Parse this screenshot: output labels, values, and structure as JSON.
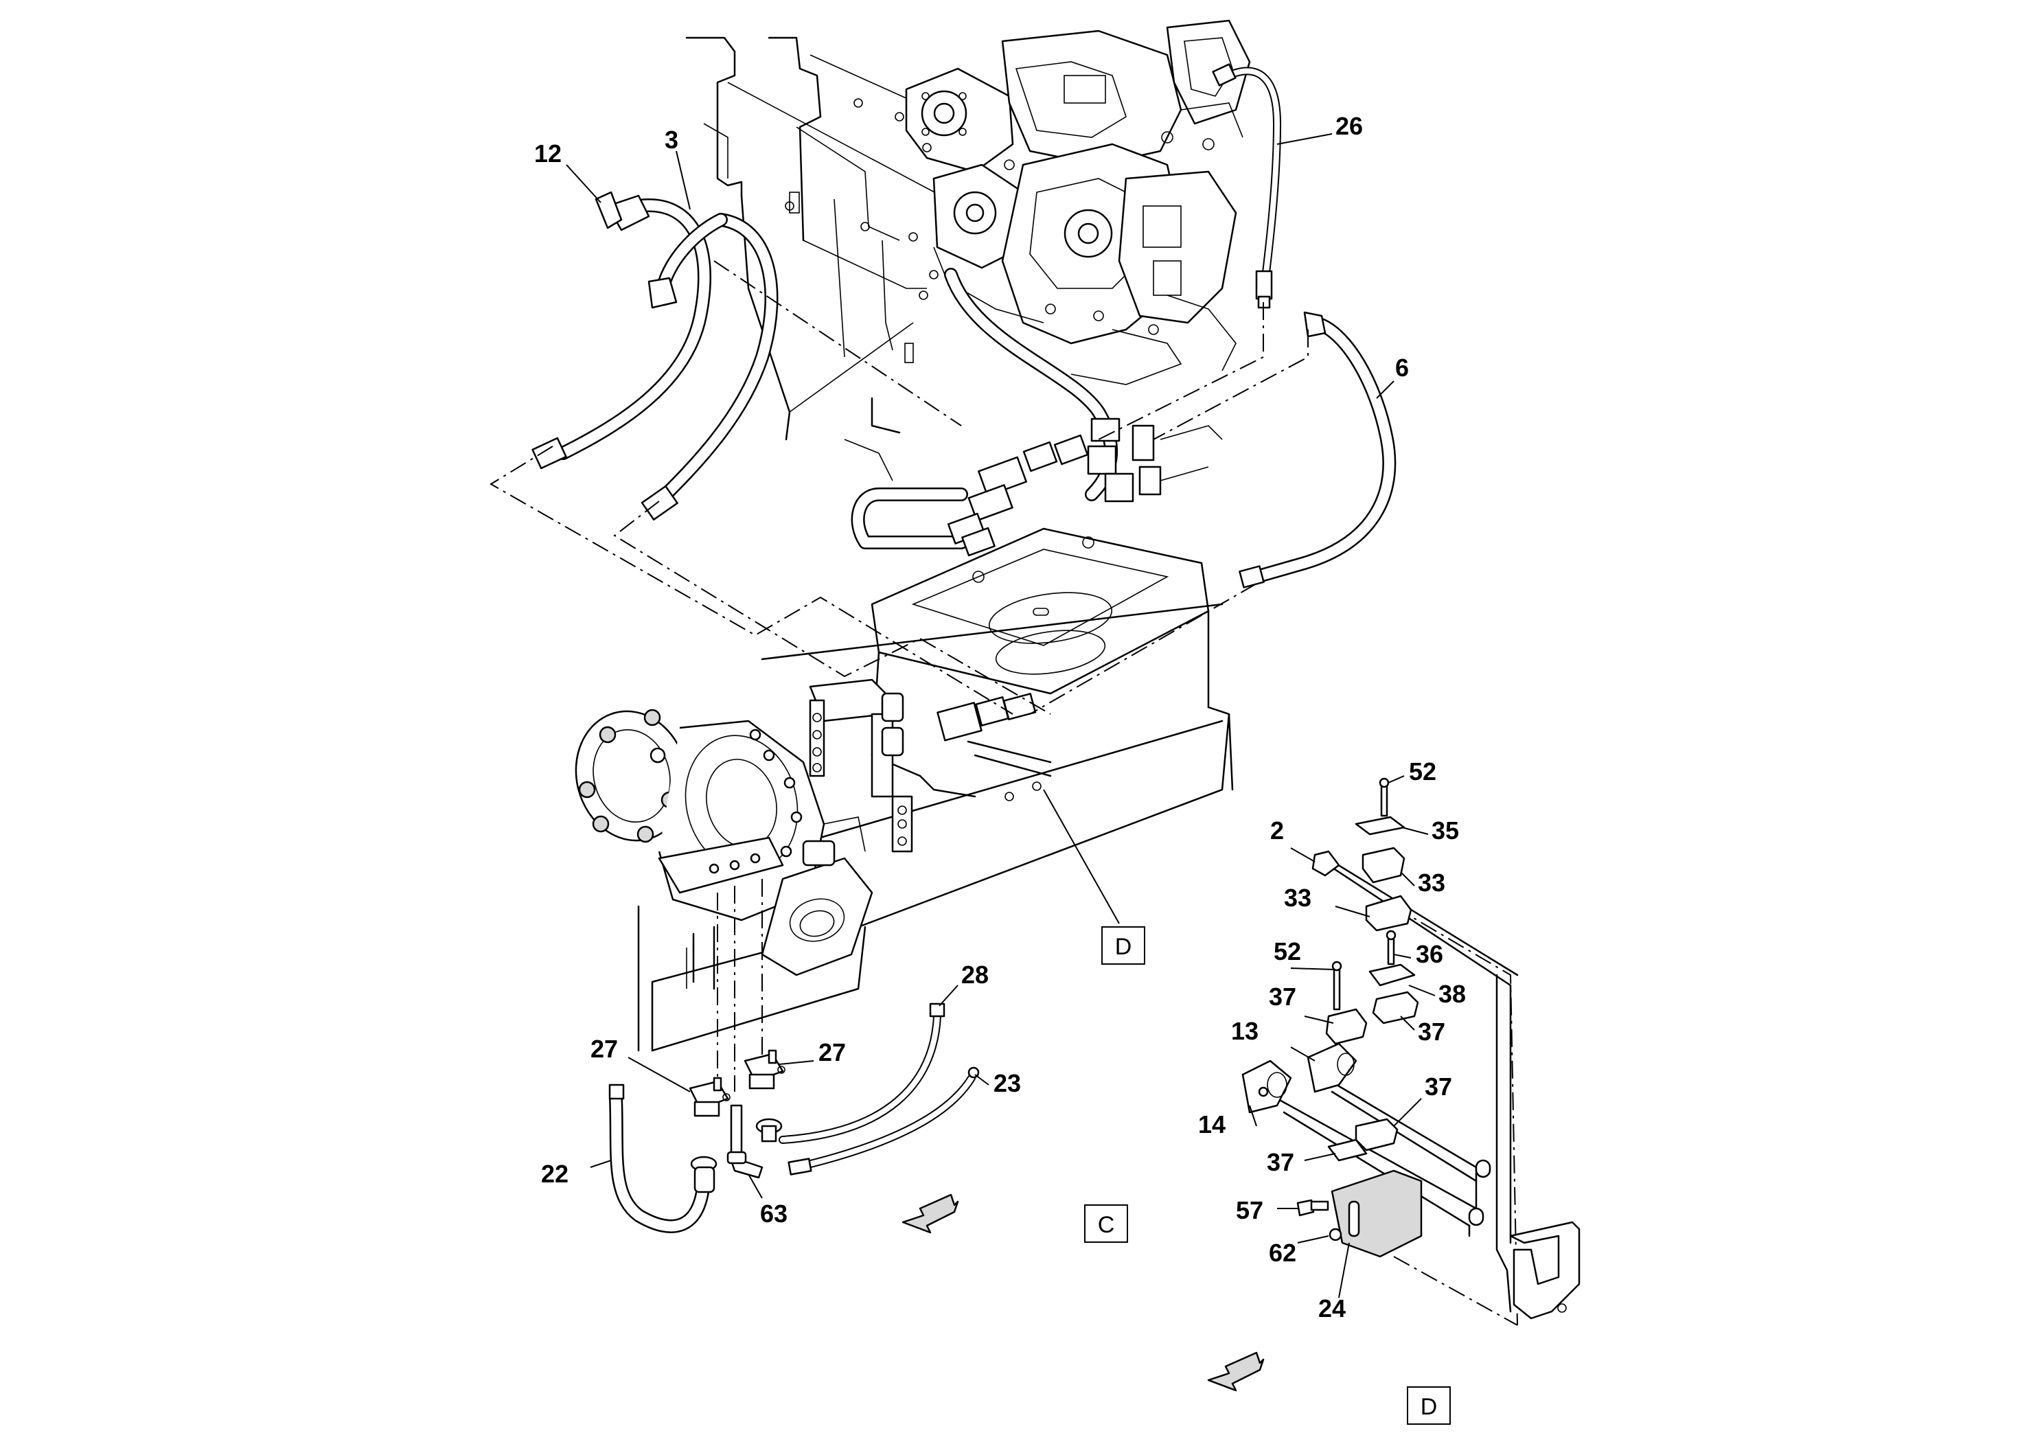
{
  "callouts": {
    "c12": "12",
    "c3": "3",
    "c26": "26",
    "c6": "6",
    "c52a": "52",
    "c35": "35",
    "c2": "2",
    "c33a": "33",
    "c33b": "33",
    "c36": "36",
    "c52b": "52",
    "c38": "38",
    "c37a": "37",
    "c37b": "37",
    "c13": "13",
    "c37c": "37",
    "c14": "14",
    "c37d": "37",
    "c57": "57",
    "c62": "62",
    "c24": "24",
    "c28": "28",
    "c27a": "27",
    "c27b": "27",
    "c23": "23",
    "c22": "22",
    "c63": "63"
  },
  "view_labels": {
    "d_upper": "D",
    "c": "C",
    "d_lower": "D"
  },
  "icons": [
    "direction-arrow-icon",
    "direction-arrow-icon"
  ]
}
